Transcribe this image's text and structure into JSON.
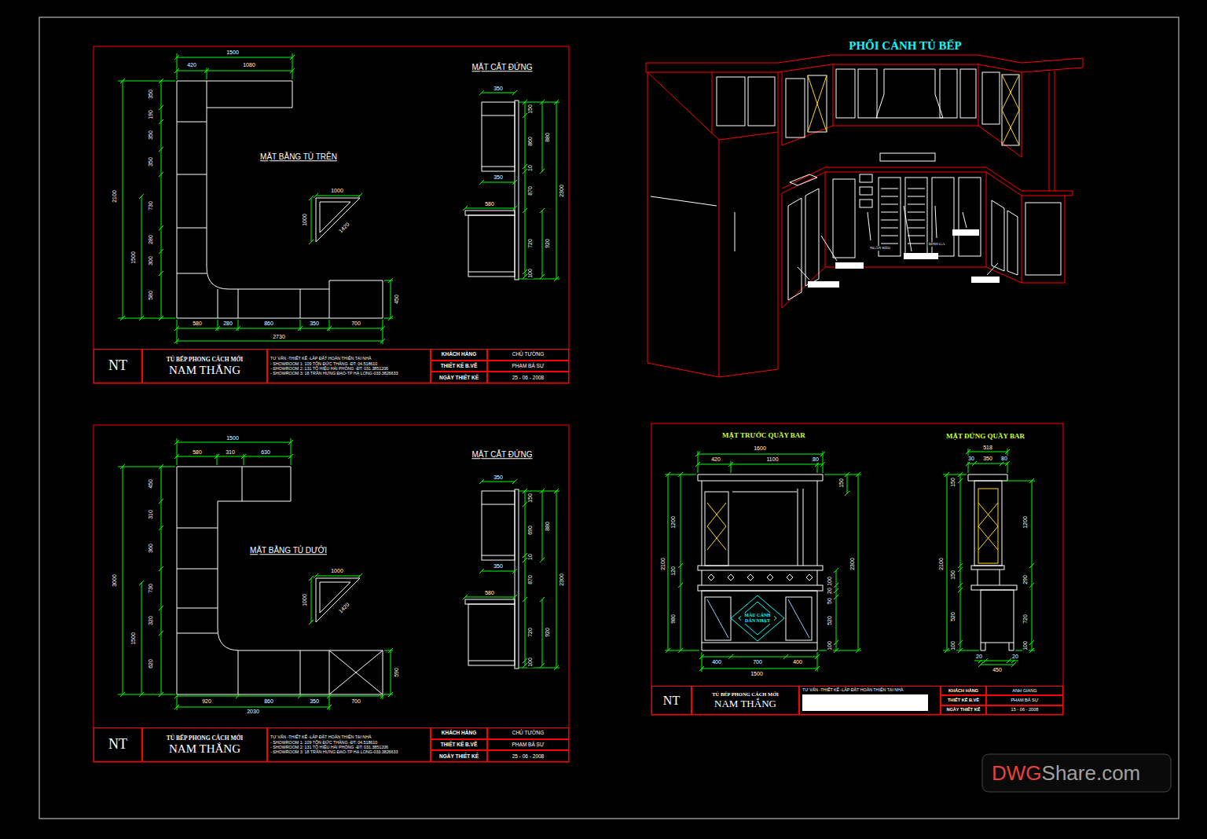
{
  "diagram": {
    "nodes": [
      {
        "text": [
          "NT"
        ]
      },
      {
        "text": [
          "TỦ BẾP PHONG CÁCH MỚI",
          "NAM THẮNG"
        ]
      },
      {
        "text": [
          "TƯ VẤN -THIẾT KẾ -LẮP ĐẶT HOÀN THIỆN TẠI NHÀ",
          "- SHOWROOM 1: 109 TÔN ĐỨC THẮNG -ĐT: 04.518610",
          "- SHOWROOM 2: 131 TÔ HIỆU HẢI PHÒNG -ĐT: 031.3851206",
          "- SHOWROOM 3: 18 TRẦN HƯNG ĐẠO-TP HẠ LONG-033.3826633"
        ]
      },
      {
        "text": [
          "KHÁCH HÀNG"
        ]
      },
      {
        "text": [
          "CHỦ TƯỜNG"
        ]
      },
      {
        "text": [
          "THIẾT KẾ B.VẼ"
        ]
      },
      {
        "text": [
          "PHẠM BÁ SỰ"
        ]
      },
      {
        "text": [
          "NGÀY THIẾT KẾ"
        ]
      },
      {
        "text": [
          "25 - 06 - 2008"
        ]
      },
      {
        "text": [
          "NT"
        ]
      },
      {
        "text": [
          "TỦ BẾP PHONG CÁCH MỚI",
          "NAM THẮNG"
        ]
      },
      {
        "text": [
          "TƯ VẤN -THIẾT KẾ -LẮP ĐẶT HOÀN THIỆN TẠI NHÀ",
          "- SHOWROOM 1: 109 TÔN ĐỨC THẮNG -ĐT: 04.518610",
          "- SHOWROOM 2: 131 TÔ HIỆU HẢI PHÒNG -ĐT: 031.3851206",
          "- SHOWROOM 3: 18 TRẦN HƯNG ĐẠO-TP HẠ LONG-033.3826633"
        ]
      },
      {
        "text": [
          "KHÁCH HÀNG"
        ]
      },
      {
        "text": [
          "CHỦ TƯỜNG"
        ]
      },
      {
        "text": [
          "THIẾT KẾ B.VẼ"
        ]
      },
      {
        "text": [
          "PHẠM BÁ SỰ"
        ]
      },
      {
        "text": [
          "NGÀY THIẾT KẾ"
        ]
      },
      {
        "text": [
          "25 - 06 - 2008"
        ]
      },
      {
        "text": [
          "NT"
        ]
      },
      {
        "text": [
          "TỦ BẾP PHONG CÁCH MỚI",
          "NAM THẮNG"
        ]
      },
      {
        "text": [
          "TƯ VẤN -THIẾT KẾ -LẮP ĐẶT HOÀN THIỆN TẠI NHÀ"
        ]
      },
      {
        "text": [
          "KHÁCH HÀNG"
        ]
      },
      {
        "text": [
          "ANH GIANG"
        ]
      },
      {
        "text": [
          "THIẾT KẾ B.VẼ"
        ]
      },
      {
        "text": [
          "PHẠM BÁ SỰ"
        ]
      },
      {
        "text": [
          "NGÀY THIẾT KẾ"
        ]
      },
      {
        "text": [
          "15 - 06 - 2008"
        ]
      }
    ],
    "labels": [
      "1500",
      "420",
      "1080",
      "350",
      "190",
      "350",
      "350",
      "730",
      "280",
      "300",
      "580",
      "2100",
      "1500",
      "MẶT BẰNG TỦ TRÊN",
      "1000",
      "1000",
      "1420",
      "580",
      "280",
      "860",
      "350",
      "700",
      "2730",
      "450",
      "MẶT CẮT ĐỨNG",
      "350",
      "150",
      "860",
      "880",
      "10",
      "350",
      "870",
      "2300",
      "580",
      "720",
      "920",
      "100",
      "1500",
      "580",
      "310",
      "630",
      "450",
      "310",
      "360",
      "730",
      "320",
      "620",
      "3000",
      "1500",
      "MẶT BẰNG TỦ DƯỚI",
      "1000",
      "1000",
      "1420",
      "920",
      "860",
      "350",
      "700",
      "2030",
      "590",
      "MẶT CẮT ĐỨNG",
      "350",
      "150",
      "690",
      "880",
      "10",
      "350",
      "870",
      "2300",
      "580",
      "720",
      "920",
      "100",
      "PHỐI CẢNH TỦ BẾP",
      "NGĂN KÉO",
      "BÌNH GA",
      "MẶT TRƯỚC QUẦY BAR",
      "MẶT ĐỨNG QUẦY BAR",
      "1600",
      "420",
      "1100",
      "80",
      "1200",
      "2100",
      "120",
      "980",
      "150",
      "2300",
      "100",
      "20",
      "50",
      "520",
      "100",
      "MÀU CÁNH DÁN NHẠT",
      "400",
      "700",
      "400",
      "1500",
      "518",
      "30",
      "350",
      "80",
      "150",
      "1200",
      "2100",
      "150",
      "290",
      "520",
      "720",
      "100",
      "100",
      "20",
      "20",
      "450",
      "DWG",
      "Share.com"
    ]
  }
}
